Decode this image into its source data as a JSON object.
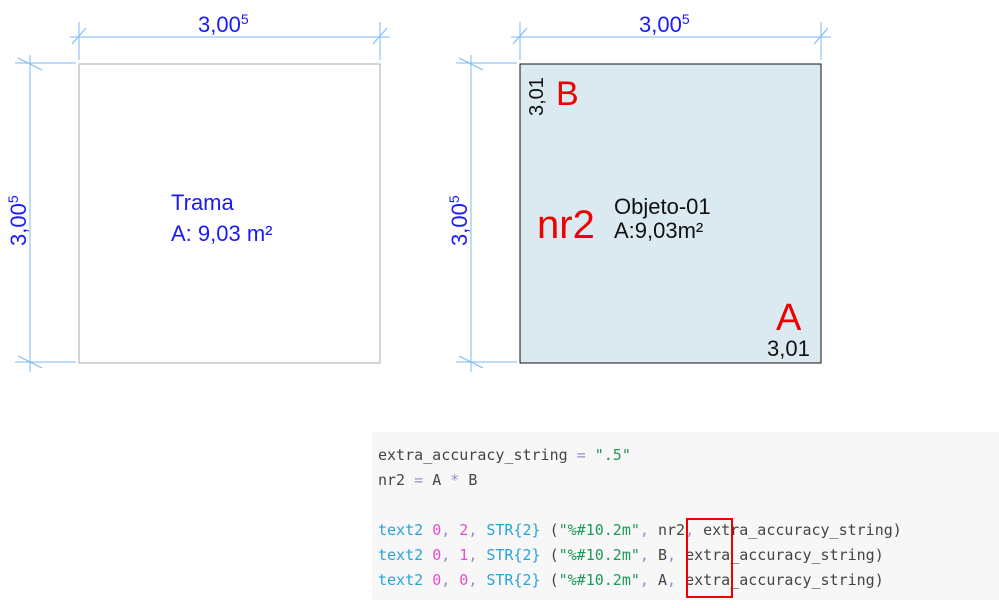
{
  "left_drawing": {
    "dim_top": "3,00",
    "dim_top_sup": "5",
    "dim_left": "3,00",
    "dim_left_sup": "5",
    "label": "Trama",
    "area": "A: 9,03 m²"
  },
  "right_drawing": {
    "dim_top": "3,00",
    "dim_top_sup": "5",
    "dim_left": "3,00",
    "dim_left_sup": "5",
    "name": "Objeto-01",
    "area": "A:9,03m²",
    "marker_b": "B",
    "value_b": "3,01",
    "marker_a": "A",
    "value_a": "3,01",
    "marker_nr2": "nr2",
    "fill": "#dbe9f0"
  },
  "code": {
    "l1": {
      "a": "extra_accuracy_string",
      "b": " = ",
      "c": "\".5\""
    },
    "l2": {
      "a": "nr2",
      "b": " = ",
      "c": "A",
      "d": " * ",
      "e": "B"
    },
    "rows": [
      {
        "fn": "text2",
        "n1": "0",
        "n2": "2",
        "str": "STR{2}",
        "fmt": "\"%#10.2m\"",
        "var": "nr2",
        "rest": "extra_accuracy_string)"
      },
      {
        "fn": "text2",
        "n1": "0",
        "n2": "1",
        "str": "STR{2}",
        "fmt": "\"%#10.2m\"",
        "var": "B",
        "rest": "extra_accuracy_string)"
      },
      {
        "fn": "text2",
        "n1": "0",
        "n2": "0",
        "str": "STR{2}",
        "fmt": "\"%#10.2m\"",
        "var": "A",
        "rest": "extra_accuracy_string)"
      }
    ]
  }
}
